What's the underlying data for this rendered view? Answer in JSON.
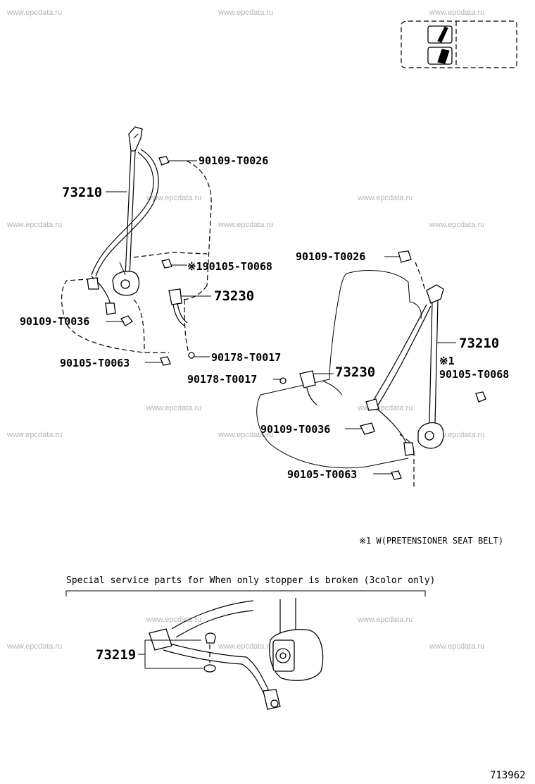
{
  "watermark": "www.epcdata.ru",
  "diagram_id": "713962",
  "note_pretensioner": "※1 W(PRETENSIONER SEAT BELT)",
  "service_note": "Special  service  parts  for  When  only  stopper  is  broken  (3color  only)",
  "labels": {
    "left_belt": "73210",
    "left_bolt_top": "90109-T0026",
    "left_bolt_mid": "※190105-T0068",
    "left_buckle": "73230",
    "left_bolt_low": "90109-T0036",
    "left_nut_low": "90105-T0063",
    "left_nut_buckle": "90178-T0017",
    "right_bolt_top": "90109-T0026",
    "right_belt": "73210",
    "right_mark": "※1",
    "right_nut_mid": "90105-T0068",
    "right_nut_buckle": "90178-T0017",
    "right_buckle": "73230",
    "right_bolt_low": "90109-T0036",
    "right_nut_low": "90105-T0063",
    "stopper": "73219"
  }
}
